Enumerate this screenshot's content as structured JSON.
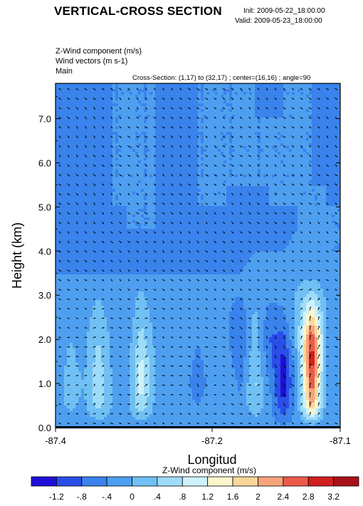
{
  "header": {
    "title": "VERTICAL-CROSS SECTION",
    "init": "Init: 2009-05-22_18:00:00",
    "valid": "Valid: 2009-05-23_18:00:00",
    "field_labels": [
      "Z-Wind component   (m/s)",
      "Wind vectors   (m s-1)",
      "Main"
    ],
    "cross_section": "Cross-Section: (1,17) to (32,17) ; center=(16,16) ; angle=90"
  },
  "chart_data": {
    "type": "heatmap",
    "xlabel": "Longitud",
    "ylabel": "Height (km)",
    "xlim": [
      -87.4,
      -87.1
    ],
    "ylim": [
      0,
      7.8
    ],
    "x_ticks": [
      -87.4,
      -87.2,
      -87.1
    ],
    "x_tick_labels": [
      "-87.4",
      "-87.2",
      "-87.1"
    ],
    "y_ticks": [
      0,
      1,
      2,
      3,
      4,
      5,
      6,
      7
    ],
    "y_tick_labels": [
      "0.0",
      "1.0",
      "2.0",
      "3.0",
      "4.0",
      "5.0",
      "6.0",
      "7.0"
    ],
    "colorbar": {
      "title": "Z-Wind component  (m/s)",
      "labels": [
        "-1.2",
        "-.8",
        "-.4",
        "0",
        ".4",
        ".8",
        "1.2",
        "1.6",
        "2",
        "2.4",
        "2.8",
        "3.2"
      ],
      "colors": [
        "#1f10d8",
        "#2a4ee8",
        "#3a83ec",
        "#4e9ff0",
        "#70c0f4",
        "#9edcf8",
        "#cdf2fc",
        "#fbf6cc",
        "#fcd69a",
        "#f8a27a",
        "#ec5a4a",
        "#d21f1f",
        "#a8101a"
      ]
    },
    "levels": [
      -1.6,
      -1.2,
      -0.8,
      -0.4,
      0,
      0.4,
      0.8,
      1.2,
      1.6,
      2.0,
      2.4,
      2.8,
      3.2
    ],
    "w_field": {
      "x": [
        -87.4,
        -87.385,
        -87.37,
        -87.355,
        -87.34,
        -87.325,
        -87.31,
        -87.295,
        -87.28,
        -87.265,
        -87.25,
        -87.235,
        -87.22,
        -87.205,
        -87.19,
        -87.175,
        -87.16,
        -87.145,
        -87.13,
        -87.115,
        -87.1
      ],
      "y": [
        0.0,
        0.5,
        1.0,
        1.5,
        2.0,
        2.5,
        3.0,
        3.5,
        4.0,
        4.5,
        5.0,
        5.5,
        6.0,
        6.5,
        7.0,
        7.5,
        7.8
      ],
      "values": [
        [
          -0.3,
          -0.3,
          -0.3,
          -0.3,
          -0.3,
          -0.3,
          -0.3,
          -0.3,
          -0.3,
          -0.3,
          -0.3,
          -0.3,
          -0.3,
          -0.3,
          -0.3,
          -0.3,
          -0.3,
          -0.3,
          -0.3,
          -0.3,
          -0.3
        ],
        [
          -0.2,
          0.1,
          -0.1,
          0.6,
          0.0,
          -0.2,
          0.8,
          -0.1,
          -0.2,
          -0.1,
          -0.4,
          0.0,
          -0.2,
          -0.3,
          0.3,
          -0.2,
          -1.2,
          -0.1,
          2.2,
          -0.2,
          -0.3
        ],
        [
          -0.2,
          0.2,
          0.0,
          0.7,
          0.0,
          -0.2,
          1.0,
          0.0,
          -0.2,
          0.0,
          -0.9,
          0.0,
          -0.1,
          -0.5,
          0.5,
          -0.4,
          -1.5,
          -0.2,
          2.8,
          -0.3,
          -0.3
        ],
        [
          -0.3,
          0.1,
          -0.1,
          0.6,
          -0.1,
          -0.2,
          0.9,
          0.0,
          -0.3,
          0.0,
          -0.6,
          0.0,
          -0.2,
          -0.7,
          0.4,
          -0.6,
          -1.4,
          0.0,
          3.2,
          0.0,
          -0.3
        ],
        [
          -0.3,
          0.0,
          -0.1,
          0.4,
          -0.1,
          -0.3,
          0.6,
          -0.1,
          -0.3,
          -0.1,
          -0.3,
          -0.1,
          -0.3,
          -0.8,
          0.2,
          -0.8,
          -1.0,
          0.2,
          3.0,
          0.0,
          -0.3
        ],
        [
          -0.3,
          -0.1,
          -0.2,
          0.2,
          -0.2,
          -0.3,
          0.3,
          -0.2,
          -0.3,
          -0.2,
          -0.3,
          -0.2,
          -0.3,
          -0.7,
          0.1,
          -0.6,
          -0.5,
          0.2,
          1.8,
          0.0,
          -0.3
        ],
        [
          -0.3,
          -0.2,
          -0.3,
          0.0,
          -0.3,
          -0.3,
          0.1,
          -0.3,
          -0.4,
          -0.3,
          -0.3,
          -0.3,
          -0.3,
          -0.4,
          -0.1,
          -0.3,
          -0.3,
          0.1,
          0.6,
          -0.1,
          -0.3
        ],
        [
          -0.4,
          -0.4,
          -0.4,
          -0.4,
          -0.4,
          -0.4,
          -0.4,
          -0.4,
          -0.4,
          -0.4,
          -0.4,
          -0.4,
          -0.4,
          -0.4,
          -0.3,
          -0.2,
          -0.3,
          -0.2,
          -0.2,
          -0.3,
          -0.4
        ],
        [
          -0.4,
          -0.5,
          -0.5,
          -0.5,
          -0.5,
          -0.5,
          -0.5,
          -0.5,
          -0.5,
          -0.5,
          -0.5,
          -0.5,
          -0.5,
          -0.5,
          -0.4,
          -0.4,
          -0.4,
          -0.3,
          -0.3,
          -0.4,
          -0.4
        ],
        [
          -0.4,
          -0.5,
          -0.5,
          -0.5,
          -0.5,
          -0.4,
          -0.4,
          -0.4,
          -0.5,
          -0.5,
          -0.5,
          -0.5,
          -0.5,
          -0.5,
          -0.5,
          -0.5,
          -0.5,
          -0.4,
          -0.3,
          -0.4,
          -0.4
        ],
        [
          -0.4,
          -0.6,
          -0.6,
          -0.5,
          -0.4,
          -0.4,
          -0.4,
          -0.4,
          -0.5,
          -0.5,
          -0.4,
          -0.4,
          -0.4,
          -0.5,
          -0.5,
          -0.4,
          -0.4,
          -0.4,
          -0.4,
          -0.4,
          -0.4
        ],
        [
          -0.4,
          -0.6,
          -0.7,
          -0.5,
          -0.4,
          -0.4,
          -0.4,
          -0.4,
          -0.5,
          -0.5,
          -0.4,
          -0.4,
          -0.4,
          -0.4,
          -0.4,
          -0.4,
          -0.4,
          -0.4,
          -0.4,
          -0.4,
          -0.5
        ],
        [
          -0.4,
          -0.6,
          -0.7,
          -0.5,
          -0.4,
          -0.4,
          -0.4,
          -0.4,
          -0.5,
          -0.5,
          -0.4,
          -0.4,
          -0.4,
          -0.4,
          -0.4,
          -0.4,
          -0.4,
          -0.4,
          -0.4,
          -0.5,
          -0.5
        ],
        [
          -0.4,
          -0.6,
          -0.7,
          -0.5,
          -0.4,
          -0.4,
          -0.4,
          -0.4,
          -0.5,
          -0.5,
          -0.4,
          -0.4,
          -0.4,
          -0.4,
          -0.4,
          -0.4,
          -0.4,
          -0.4,
          -0.4,
          -0.5,
          -0.5
        ],
        [
          -0.4,
          -0.6,
          -0.7,
          -0.5,
          -0.4,
          -0.4,
          -0.4,
          -0.4,
          -0.5,
          -0.5,
          -0.4,
          -0.4,
          -0.4,
          -0.4,
          -0.4,
          -0.4,
          -0.4,
          -0.4,
          -0.4,
          -0.5,
          -0.4
        ],
        [
          -0.4,
          -0.5,
          -0.6,
          -0.5,
          -0.4,
          -0.4,
          -0.4,
          -0.4,
          -0.5,
          -0.5,
          -0.4,
          -0.4,
          -0.4,
          -0.4,
          -0.4,
          -0.5,
          -0.4,
          -0.4,
          -0.4,
          -0.5,
          -0.4
        ],
        [
          -0.4,
          -0.4,
          -0.5,
          -0.4,
          -0.4,
          -0.4,
          -0.4,
          -0.4,
          -0.5,
          -0.5,
          -0.4,
          -0.4,
          -0.4,
          -0.4,
          -0.4,
          -0.5,
          -0.4,
          -0.4,
          -0.4,
          -0.4,
          -0.4
        ]
      ]
    },
    "vectors": {
      "columns": 33,
      "rows": 36,
      "u_mean": 0.6,
      "style": "small black arrows, mostly eastward, stronger and more vertical near the updraft"
    }
  }
}
